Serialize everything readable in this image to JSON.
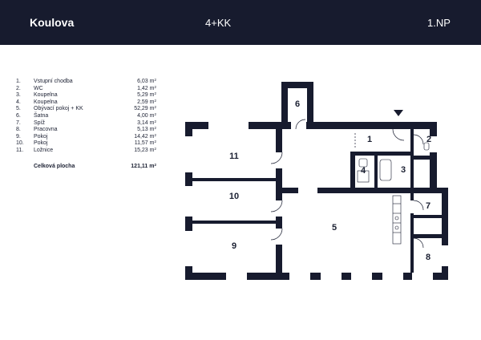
{
  "header": {
    "name": "Koulova",
    "layout": "4+KK",
    "floor": "1.NP"
  },
  "rooms": [
    {
      "num": "1.",
      "name": "Vstupní chodba",
      "area": "6,03 m",
      "unit_sup": "2",
      "plan_label": "1"
    },
    {
      "num": "2.",
      "name": "WC",
      "area": "1,42 m",
      "unit_sup": "2",
      "plan_label": "2"
    },
    {
      "num": "3.",
      "name": "Koupelna",
      "area": "5,29 m",
      "unit_sup": "2",
      "plan_label": "3"
    },
    {
      "num": "4.",
      "name": "Koupelna",
      "area": "2,59 m",
      "unit_sup": "2",
      "plan_label": "4"
    },
    {
      "num": "5.",
      "name": "Obývací pokoj + KK",
      "area": "52,29 m",
      "unit_sup": "2",
      "plan_label": "5"
    },
    {
      "num": "6.",
      "name": "Šatna",
      "area": "4,00 m",
      "unit_sup": "2",
      "plan_label": "6"
    },
    {
      "num": "7.",
      "name": "Spíž",
      "area": "3,14 m",
      "unit_sup": "2",
      "plan_label": "7"
    },
    {
      "num": "8.",
      "name": "Pracovna",
      "area": "5,13 m",
      "unit_sup": "2",
      "plan_label": "8"
    },
    {
      "num": "9.",
      "name": "Pokoj",
      "area": "14,42 m",
      "unit_sup": "2",
      "plan_label": "9"
    },
    {
      "num": "10.",
      "name": "Pokoj",
      "area": "11,57 m",
      "unit_sup": "2",
      "plan_label": "10"
    },
    {
      "num": "11.",
      "name": "Ložnice",
      "area": "15,23 m",
      "unit_sup": "2",
      "plan_label": "11"
    }
  ],
  "total": {
    "label": "Celková plocha",
    "area": "121,11 m",
    "unit_sup": "2"
  },
  "colors": {
    "header_bg": "#171b2e",
    "wall": "#171b2e",
    "text": "#1c2133"
  }
}
